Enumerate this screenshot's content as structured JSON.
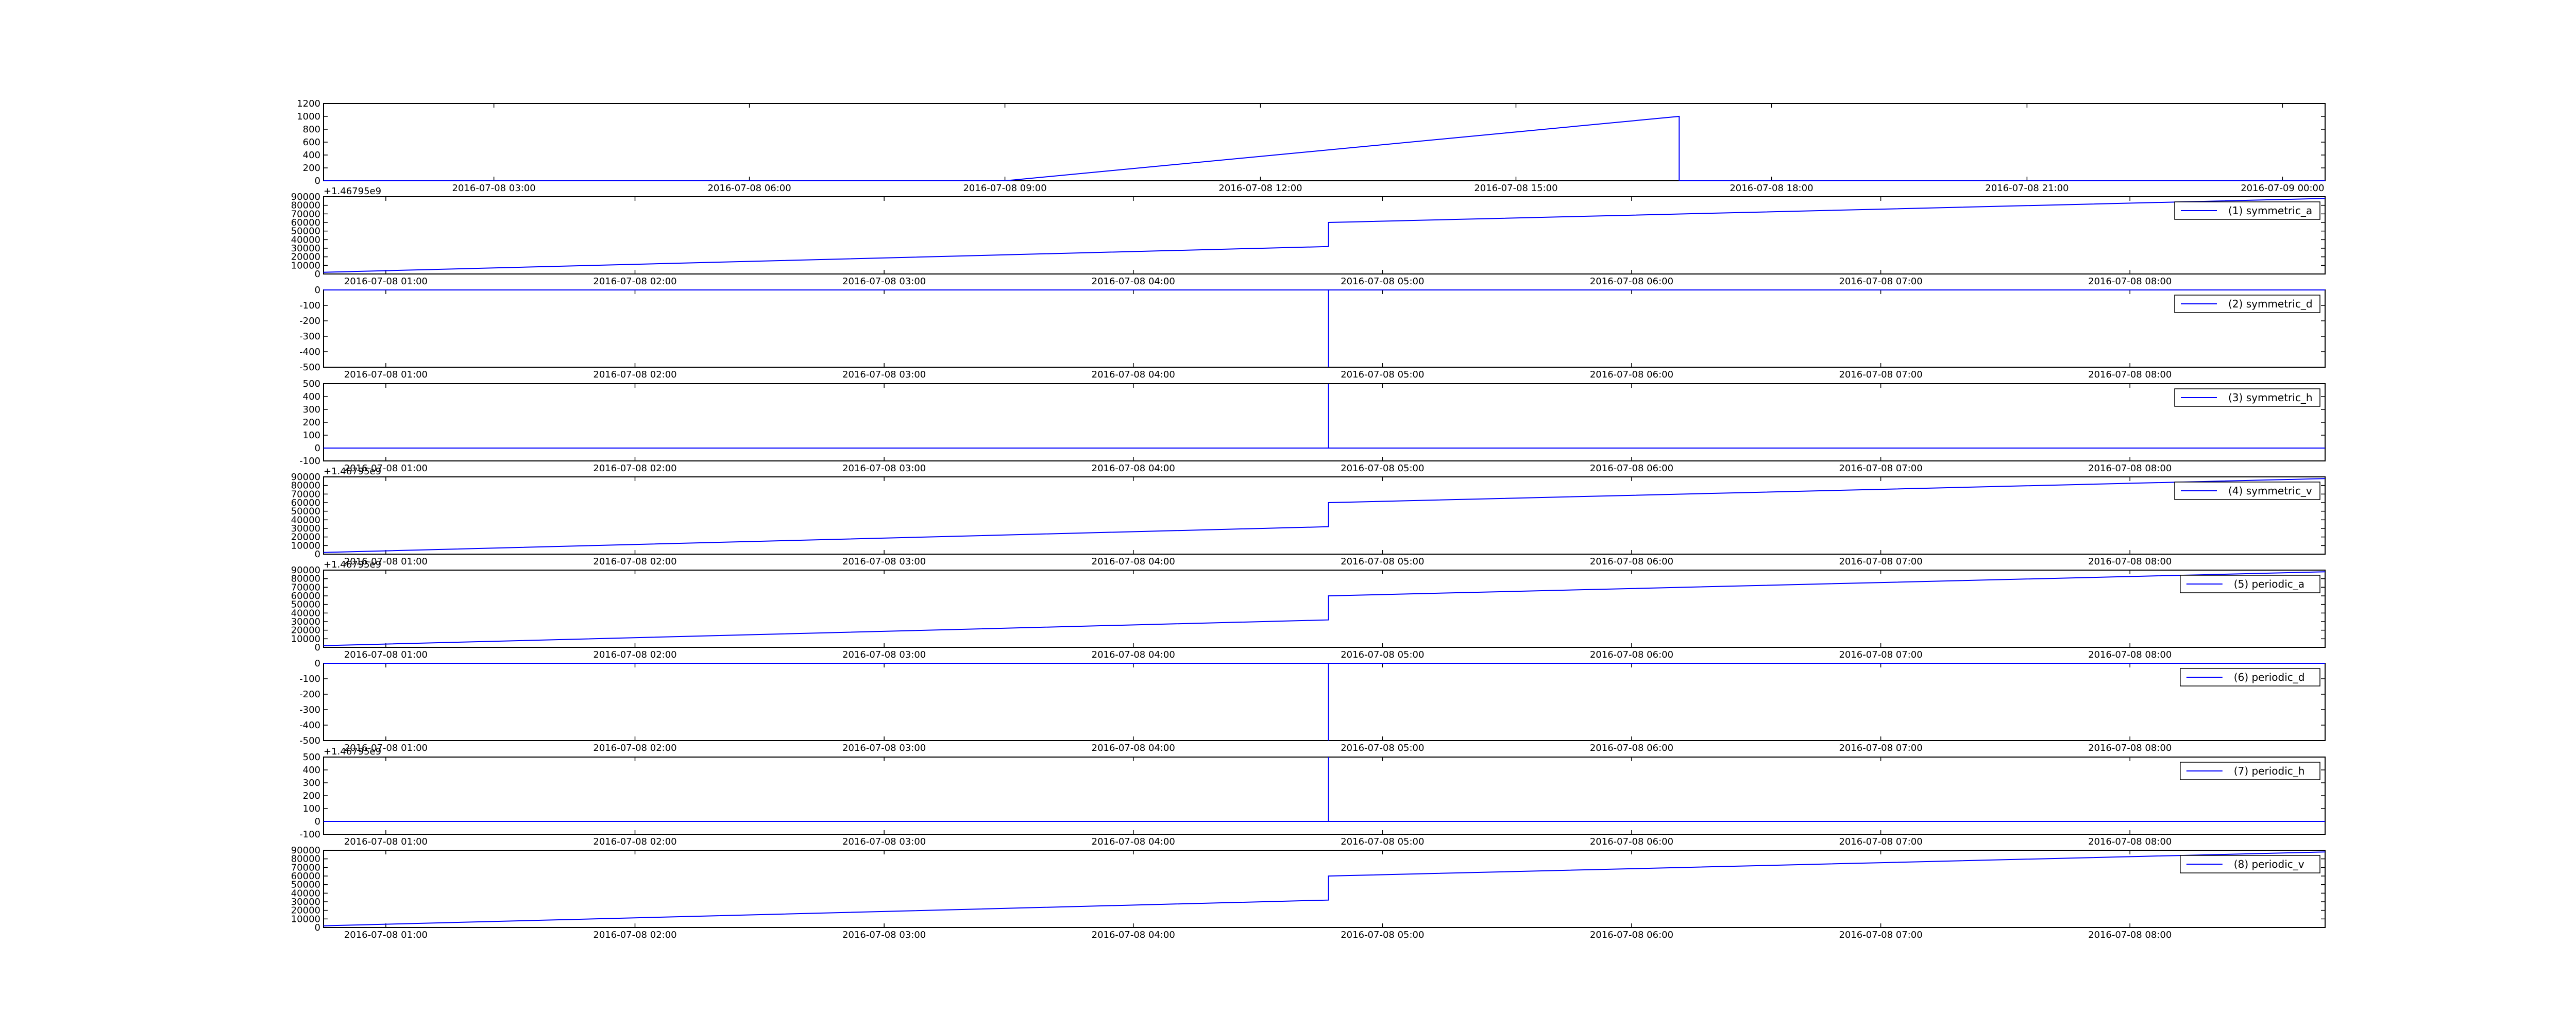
{
  "figure": {
    "background": "#ffffff",
    "line_color": "#0000ff",
    "axis_color": "#000000"
  },
  "chart_data": [
    {
      "type": "line",
      "x_type": "time",
      "xlim": [
        "2016-07-08 01:00",
        "2016-07-09 00:30"
      ],
      "ylim": [
        0,
        1200
      ],
      "yticks": [
        0,
        200,
        400,
        600,
        800,
        1000,
        1200
      ],
      "xticks": [
        "2016-07-08 03:00",
        "2016-07-08 06:00",
        "2016-07-08 09:00",
        "2016-07-08 12:00",
        "2016-07-08 15:00",
        "2016-07-08 18:00",
        "2016-07-08 21:00",
        "2016-07-09 00:00"
      ],
      "series": [
        {
          "x": [
            "2016-07-08 01:00",
            "2016-07-08 09:00",
            "2016-07-08 16:55",
            "2016-07-08 16:55",
            "2016-07-09 00:30"
          ],
          "y": [
            0,
            0,
            1000,
            0,
            0
          ]
        }
      ]
    },
    {
      "type": "line",
      "x_type": "time",
      "xlim": [
        "2016-07-08 00:45",
        "2016-07-08 08:47"
      ],
      "ylim": [
        0,
        90000
      ],
      "yticks": [
        0,
        10000,
        20000,
        30000,
        40000,
        50000,
        60000,
        70000,
        80000,
        90000
      ],
      "offset_label": "+1.46795e9",
      "xticks": [
        "2016-07-08 01:00",
        "2016-07-08 02:00",
        "2016-07-08 03:00",
        "2016-07-08 04:00",
        "2016-07-08 05:00",
        "2016-07-08 06:00",
        "2016-07-08 07:00",
        "2016-07-08 08:00"
      ],
      "legend_position": "upper right",
      "series": [
        {
          "name": "(1) symmetric_a",
          "x": [
            "2016-07-08 00:45",
            "2016-07-08 04:47",
            "2016-07-08 04:47",
            "2016-07-08 08:47"
          ],
          "y": [
            2000,
            32000,
            60000,
            88000
          ]
        }
      ]
    },
    {
      "type": "line",
      "x_type": "time",
      "xlim": [
        "2016-07-08 00:45",
        "2016-07-08 08:47"
      ],
      "ylim": [
        -500,
        0
      ],
      "yticks": [
        -500,
        -400,
        -300,
        -200,
        -100,
        0
      ],
      "xticks": [
        "2016-07-08 01:00",
        "2016-07-08 02:00",
        "2016-07-08 03:00",
        "2016-07-08 04:00",
        "2016-07-08 05:00",
        "2016-07-08 06:00",
        "2016-07-08 07:00",
        "2016-07-08 08:00"
      ],
      "legend_position": "upper right",
      "series": [
        {
          "name": "(2) symmetric_d",
          "x": [
            "2016-07-08 00:45",
            "2016-07-08 04:47",
            "2016-07-08 04:47",
            "2016-07-08 04:47",
            "2016-07-08 08:47"
          ],
          "y": [
            0,
            0,
            -500,
            0,
            0
          ]
        }
      ]
    },
    {
      "type": "line",
      "x_type": "time",
      "xlim": [
        "2016-07-08 00:45",
        "2016-07-08 08:47"
      ],
      "ylim": [
        -100,
        500
      ],
      "yticks": [
        -100,
        0,
        100,
        200,
        300,
        400,
        500
      ],
      "xticks": [
        "2016-07-08 01:00",
        "2016-07-08 02:00",
        "2016-07-08 03:00",
        "2016-07-08 04:00",
        "2016-07-08 05:00",
        "2016-07-08 06:00",
        "2016-07-08 07:00",
        "2016-07-08 08:00"
      ],
      "legend_position": "upper right",
      "series": [
        {
          "name": "(3) symmetric_h",
          "x": [
            "2016-07-08 00:45",
            "2016-07-08 04:47",
            "2016-07-08 04:47",
            "2016-07-08 04:47",
            "2016-07-08 08:47"
          ],
          "y": [
            0,
            0,
            500,
            0,
            0
          ]
        }
      ]
    },
    {
      "type": "line",
      "x_type": "time",
      "xlim": [
        "2016-07-08 00:45",
        "2016-07-08 08:47"
      ],
      "ylim": [
        0,
        90000
      ],
      "yticks": [
        0,
        10000,
        20000,
        30000,
        40000,
        50000,
        60000,
        70000,
        80000,
        90000
      ],
      "offset_label": "+1.46795e9",
      "xticks": [
        "2016-07-08 01:00",
        "2016-07-08 02:00",
        "2016-07-08 03:00",
        "2016-07-08 04:00",
        "2016-07-08 05:00",
        "2016-07-08 06:00",
        "2016-07-08 07:00",
        "2016-07-08 08:00"
      ],
      "legend_position": "upper right",
      "series": [
        {
          "name": "(4) symmetric_v",
          "x": [
            "2016-07-08 00:45",
            "2016-07-08 04:47",
            "2016-07-08 04:47",
            "2016-07-08 08:47"
          ],
          "y": [
            2000,
            32000,
            60000,
            88000
          ]
        }
      ]
    },
    {
      "type": "line",
      "x_type": "time",
      "xlim": [
        "2016-07-08 00:45",
        "2016-07-08 08:47"
      ],
      "ylim": [
        0,
        90000
      ],
      "yticks": [
        0,
        10000,
        20000,
        30000,
        40000,
        50000,
        60000,
        70000,
        80000,
        90000
      ],
      "offset_label": "+1.46795e9",
      "xticks": [
        "2016-07-08 01:00",
        "2016-07-08 02:00",
        "2016-07-08 03:00",
        "2016-07-08 04:00",
        "2016-07-08 05:00",
        "2016-07-08 06:00",
        "2016-07-08 07:00",
        "2016-07-08 08:00"
      ],
      "legend_position": "upper right",
      "series": [
        {
          "name": "(5) periodic_a",
          "x": [
            "2016-07-08 00:45",
            "2016-07-08 04:47",
            "2016-07-08 04:47",
            "2016-07-08 08:47"
          ],
          "y": [
            2000,
            32000,
            60000,
            88000
          ]
        }
      ]
    },
    {
      "type": "line",
      "x_type": "time",
      "xlim": [
        "2016-07-08 00:45",
        "2016-07-08 08:47"
      ],
      "ylim": [
        -500,
        0
      ],
      "yticks": [
        -500,
        -400,
        -300,
        -200,
        -100,
        0
      ],
      "xticks": [
        "2016-07-08 01:00",
        "2016-07-08 02:00",
        "2016-07-08 03:00",
        "2016-07-08 04:00",
        "2016-07-08 05:00",
        "2016-07-08 06:00",
        "2016-07-08 07:00",
        "2016-07-08 08:00"
      ],
      "legend_position": "upper right",
      "series": [
        {
          "name": "(6) periodic_d",
          "x": [
            "2016-07-08 00:45",
            "2016-07-08 04:47",
            "2016-07-08 04:47",
            "2016-07-08 04:47",
            "2016-07-08 08:47"
          ],
          "y": [
            0,
            0,
            -500,
            0,
            0
          ]
        }
      ]
    },
    {
      "type": "line",
      "x_type": "time",
      "xlim": [
        "2016-07-08 00:45",
        "2016-07-08 08:47"
      ],
      "ylim": [
        -100,
        500
      ],
      "yticks": [
        -100,
        0,
        100,
        200,
        300,
        400,
        500
      ],
      "offset_label": "+1.46795e9",
      "xticks": [
        "2016-07-08 01:00",
        "2016-07-08 02:00",
        "2016-07-08 03:00",
        "2016-07-08 04:00",
        "2016-07-08 05:00",
        "2016-07-08 06:00",
        "2016-07-08 07:00",
        "2016-07-08 08:00"
      ],
      "legend_position": "upper right",
      "series": [
        {
          "name": "(7) periodic_h",
          "x": [
            "2016-07-08 00:45",
            "2016-07-08 04:47",
            "2016-07-08 04:47",
            "2016-07-08 04:47",
            "2016-07-08 08:47"
          ],
          "y": [
            0,
            0,
            500,
            0,
            0
          ]
        }
      ]
    },
    {
      "type": "line",
      "x_type": "time",
      "xlim": [
        "2016-07-08 00:45",
        "2016-07-08 08:47"
      ],
      "ylim": [
        0,
        90000
      ],
      "yticks": [
        0,
        10000,
        20000,
        30000,
        40000,
        50000,
        60000,
        70000,
        80000,
        90000
      ],
      "xticks": [
        "2016-07-08 01:00",
        "2016-07-08 02:00",
        "2016-07-08 03:00",
        "2016-07-08 04:00",
        "2016-07-08 05:00",
        "2016-07-08 06:00",
        "2016-07-08 07:00",
        "2016-07-08 08:00"
      ],
      "legend_position": "upper right",
      "series": [
        {
          "name": "(8) periodic_v",
          "x": [
            "2016-07-08 00:45",
            "2016-07-08 04:47",
            "2016-07-08 04:47",
            "2016-07-08 08:47"
          ],
          "y": [
            2000,
            32000,
            60000,
            88000
          ]
        }
      ]
    }
  ]
}
